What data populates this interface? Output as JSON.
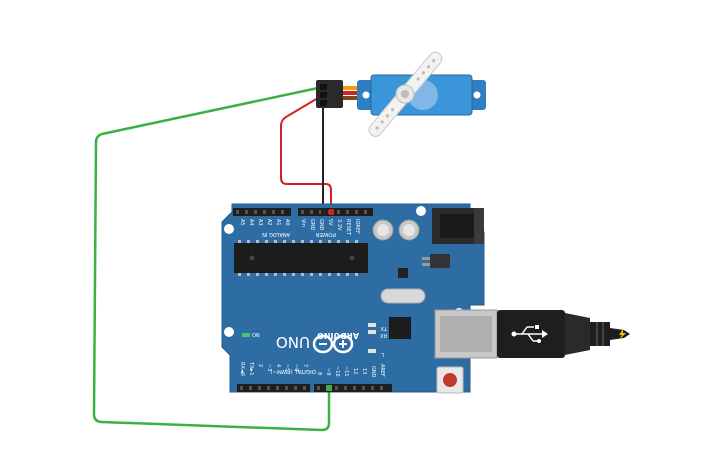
{
  "board": {
    "logo_text": "ARDUINO",
    "model_text": "UNO",
    "power_header_label": "POWER",
    "analog_header_label": "ANALOG IN",
    "digital_header_label": "DIGITAL (PWM~)",
    "on_led_label": "ON",
    "tx_label": "TX",
    "rx_label": "RX",
    "l_label": "L",
    "power_pins": [
      "IOREF",
      "RESET",
      "3.3V",
      "5V",
      "GND",
      "GND",
      "Vin"
    ],
    "analog_pins": [
      "A0",
      "A1",
      "A2",
      "A3",
      "A4",
      "A5"
    ],
    "digital_pins_left": [
      "AREF",
      "GND",
      "13",
      "12",
      "~11",
      "~10",
      "~9",
      "8"
    ],
    "digital_pins_right": [
      "7",
      "~6",
      "~5",
      "4",
      "~3",
      "2",
      "TX►1",
      "RX◄0"
    ]
  },
  "components": {
    "servo": "micro-servo",
    "microcontroller": "arduino-uno",
    "usb": "usb-b-cable"
  },
  "wires": {
    "signal_color": "#3cb043",
    "power_color": "#d42020",
    "ground_color": "#222222",
    "board_color": "#2e6da4"
  }
}
